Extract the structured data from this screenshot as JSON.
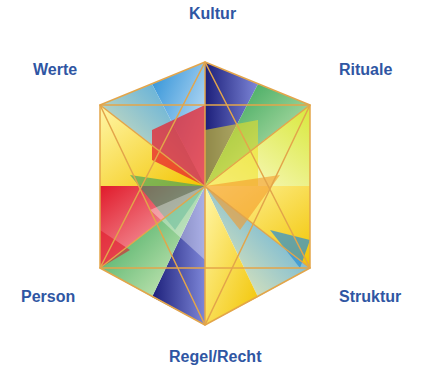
{
  "diagram": {
    "labels": [
      "Kultur",
      "Werte",
      "Rituale",
      "Person",
      "Struktur",
      "Regel/Recht"
    ]
  }
}
